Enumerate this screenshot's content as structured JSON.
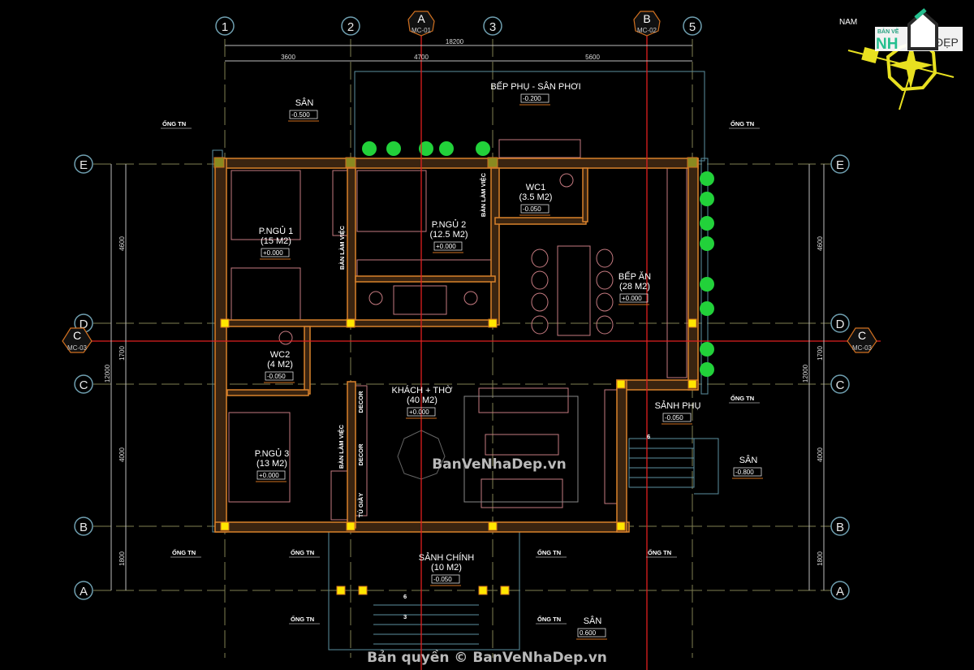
{
  "grid": {
    "columns": [
      "1",
      "2",
      "3",
      "5"
    ],
    "rows": [
      "E",
      "D",
      "C",
      "B",
      "A"
    ],
    "sections": [
      {
        "letter": "A",
        "code": "MC-01"
      },
      {
        "letter": "B",
        "code": "MC-02"
      },
      {
        "letter": "C",
        "code": "MC-03"
      }
    ]
  },
  "dimensions": {
    "top_total": "18200",
    "top_segments": [
      "3600",
      "4700",
      "5600"
    ],
    "side_total": "12000",
    "side_segments": [
      "4600",
      "1700",
      "4000",
      "1800"
    ]
  },
  "rooms": [
    {
      "name": "SÂN",
      "area": "",
      "level": "-0.500"
    },
    {
      "name": "BẾP PHỤ - SÂN PHƠI",
      "area": "",
      "level": "-0.200"
    },
    {
      "name": "P.NGỦ 1",
      "area": "(15 M2)",
      "level": "+0.000"
    },
    {
      "name": "P.NGỦ 2",
      "area": "(12.5 M2)",
      "level": "+0.000"
    },
    {
      "name": "WC1",
      "area": "(3.5 M2)",
      "level": "-0.050"
    },
    {
      "name": "BẾP ĂN",
      "area": "(28 M2)",
      "level": "+0.000"
    },
    {
      "name": "WC2",
      "area": "(4 M2)",
      "level": "-0.050"
    },
    {
      "name": "KHÁCH + THỜ",
      "area": "(40 M2)",
      "level": "+0.000"
    },
    {
      "name": "P.NGỦ 3",
      "area": "(13 M2)",
      "level": "+0.000"
    },
    {
      "name": "SẢNH PHỤ",
      "area": "",
      "level": "-0.050"
    },
    {
      "name": "SÂN",
      "area": "",
      "level": "-0.800"
    },
    {
      "name": "SẢNH CHÍNH",
      "area": "(10 M2)",
      "level": "-0.050"
    },
    {
      "name": "SÂN",
      "area": "",
      "level": "0.600"
    }
  ],
  "furniture_labels": [
    "BÀN LÀM VIỆC",
    "BÀN LÀM VIỆC",
    "BÀN LÀM VIỆC",
    "DECOR",
    "DECOR",
    "TỦ GIẦY"
  ],
  "pipe_label": "ỐNG TN",
  "stair_numbers": [
    "6",
    "3",
    "6"
  ],
  "compass_label": "NAM",
  "logo": {
    "top": "BẢN VẼ",
    "left": "NH",
    "right": "ĐẸP"
  },
  "watermarks": {
    "center": "BanVeNhaDep.vn",
    "bottom": "Bản quyền © BanVeNhaDep.vn"
  },
  "colors": {
    "background": "#000000",
    "wall": "#d9822b",
    "column": "#ffe600",
    "section_line": "#e02020",
    "furniture": "#c57a80",
    "outline": "#5c8fa0",
    "grid": "#7f7f52",
    "plant": "#22d13a"
  }
}
